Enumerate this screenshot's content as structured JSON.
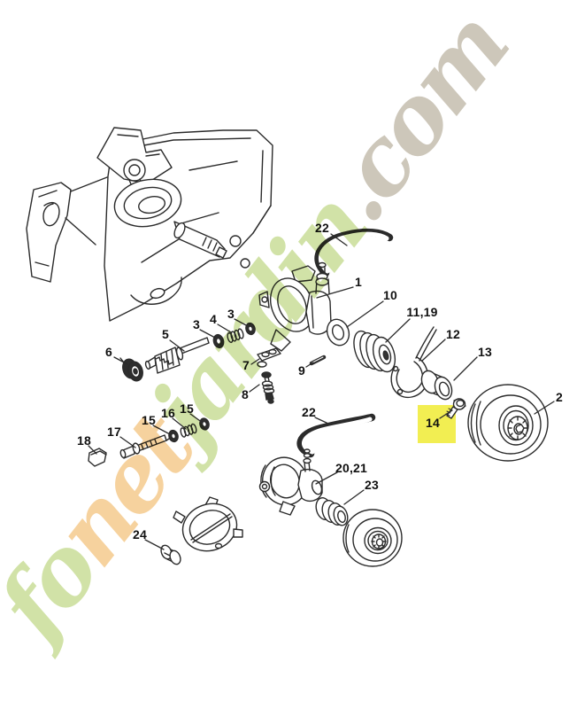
{
  "page": {
    "background_color": "#ffffff"
  },
  "watermark": {
    "text": "fonetjardin.com",
    "segments": [
      {
        "text": "fo",
        "color": "#cde0a0"
      },
      {
        "text": "net",
        "color": "#f6ce96"
      },
      {
        "text": "jardin",
        "color": "#cde0a0"
      },
      {
        "text": ".com",
        "color": "#c9c2b4"
      }
    ]
  },
  "highlight": {
    "highlighted_part": "14",
    "color": "#f2ee52"
  },
  "diagram": {
    "line_color": "#2b2b2b",
    "labels": [
      {
        "id": "22-top",
        "text": "22"
      },
      {
        "id": "1",
        "text": "1"
      },
      {
        "id": "10",
        "text": "10"
      },
      {
        "id": "11-19",
        "text": "11,19"
      },
      {
        "id": "12",
        "text": "12"
      },
      {
        "id": "13",
        "text": "13"
      },
      {
        "id": "2",
        "text": "2"
      },
      {
        "id": "14",
        "text": "14"
      },
      {
        "id": "3-left",
        "text": "3"
      },
      {
        "id": "4",
        "text": "4"
      },
      {
        "id": "3-right",
        "text": "3"
      },
      {
        "id": "5",
        "text": "5"
      },
      {
        "id": "6",
        "text": "6"
      },
      {
        "id": "7",
        "text": "7"
      },
      {
        "id": "9",
        "text": "9"
      },
      {
        "id": "8",
        "text": "8"
      },
      {
        "id": "15-left",
        "text": "15"
      },
      {
        "id": "16",
        "text": "16"
      },
      {
        "id": "15-right",
        "text": "15"
      },
      {
        "id": "17",
        "text": "17"
      },
      {
        "id": "18",
        "text": "18"
      },
      {
        "id": "22-bottom",
        "text": "22"
      },
      {
        "id": "20-21",
        "text": "20,21"
      },
      {
        "id": "23",
        "text": "23"
      },
      {
        "id": "24",
        "text": "24"
      }
    ]
  }
}
